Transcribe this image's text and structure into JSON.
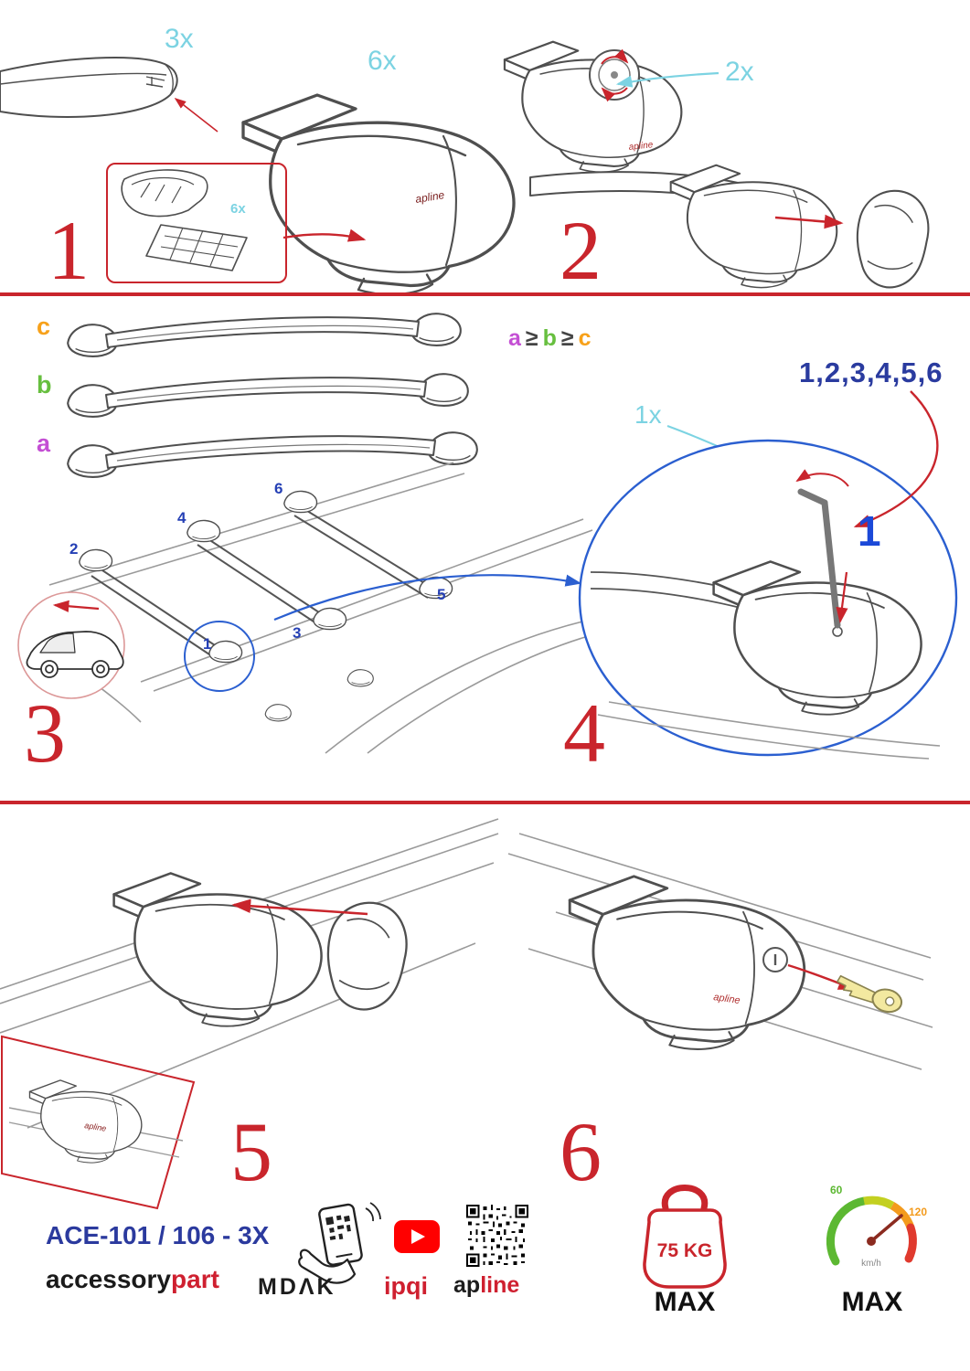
{
  "palette": {
    "red": "#c9252c",
    "cyan": "#7cd3e2",
    "blue": "#2743b0",
    "blue_bright": "#1b49d8",
    "orange": "#f7a11a",
    "green": "#67bf3f",
    "purple": "#c44fd4"
  },
  "brand_small": "apline",
  "step1": {
    "num": "1",
    "qty_bar": "3x",
    "qty_foot": "6x",
    "qty_pad": "6x"
  },
  "step2": {
    "num": "2",
    "qty": "2x"
  },
  "step3": {
    "num": "3",
    "label_a": "a",
    "label_b": "b",
    "label_c": "c",
    "pos": {
      "p1": "1",
      "p2": "2",
      "p3": "3",
      "p4": "4",
      "p5": "5",
      "p6": "6"
    }
  },
  "rule": {
    "a": "a",
    "geq1": "≥",
    "b": "b",
    "geq2": "≥",
    "c": "c"
  },
  "step4": {
    "num": "4",
    "qty": "1x",
    "sequence": "1,2,3,4,5,6",
    "first": "1"
  },
  "step5": {
    "num": "5"
  },
  "step6": {
    "num": "6"
  },
  "footer": {
    "model": "ACE-101 / 106 - 3X",
    "brand_black": "accessory",
    "brand_red": "part",
    "mdak": "MDΛK",
    "ipqi": "ipqi",
    "apline_black": "ap",
    "apline_red": "line",
    "weight": "75 KG",
    "weight_max": "MAX",
    "speed_low": "60",
    "speed_high": "120",
    "speed_unit": "km/h",
    "speed_max": "MAX"
  }
}
